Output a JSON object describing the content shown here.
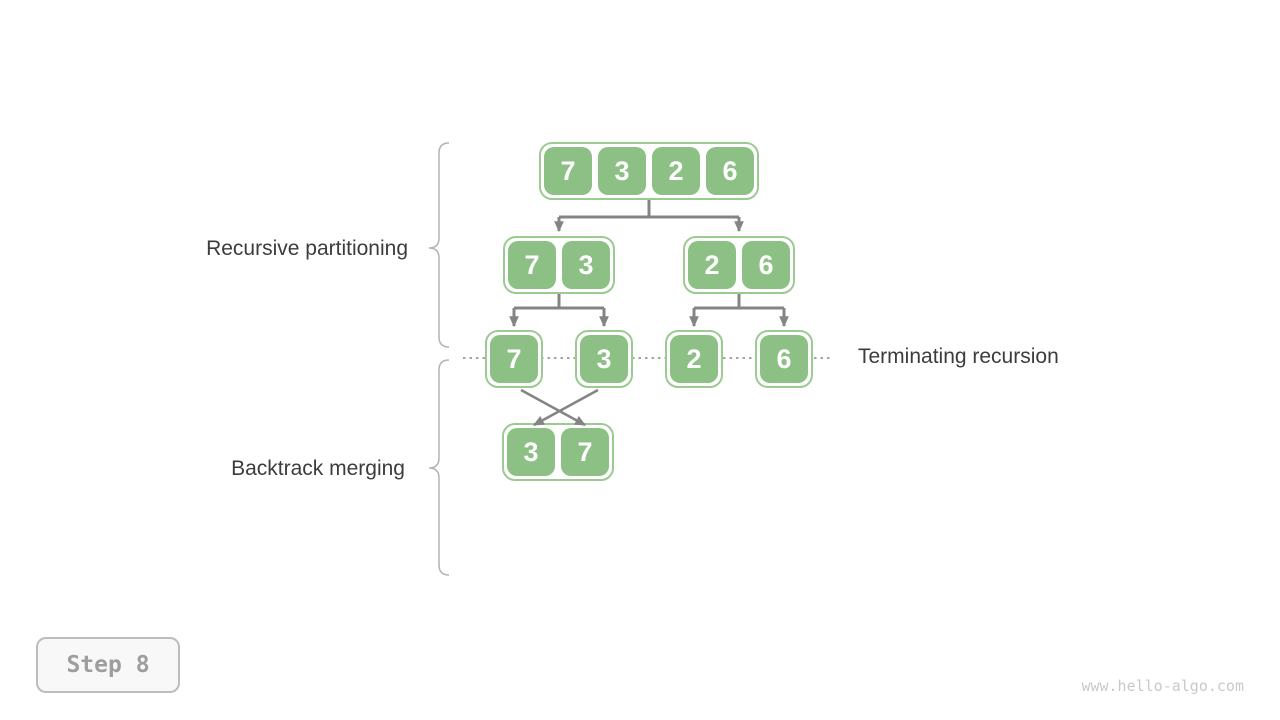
{
  "labels": {
    "recursive_partitioning": "Recursive partitioning",
    "backtrack_merging": "Backtrack merging",
    "terminating_recursion": "Terminating recursion"
  },
  "tree": {
    "root": {
      "values": [
        "7",
        "3",
        "2",
        "6"
      ]
    },
    "level2_left": {
      "values": [
        "7",
        "3"
      ]
    },
    "level2_right": {
      "values": [
        "2",
        "6"
      ]
    },
    "leaves": {
      "values": [
        "7",
        "3",
        "2",
        "6"
      ]
    },
    "merged": {
      "values": [
        "3",
        "7"
      ]
    }
  },
  "step_badge": {
    "label": "Step 8"
  },
  "watermark": {
    "text": "www.hello-algo.com"
  },
  "colors": {
    "node_fill": "#8cc084",
    "node_border": "#9bca92",
    "node_text": "#ffffff",
    "connector": "#848484",
    "dotted_line": "#a3a3a3",
    "brace": "#b3b3b3",
    "label_text": "#3c3c3c",
    "badge_text": "#9e9e9e",
    "badge_border": "#bdbdbd",
    "badge_bg": "#f8f8f8",
    "watermark_text": "#c9c9c9"
  }
}
